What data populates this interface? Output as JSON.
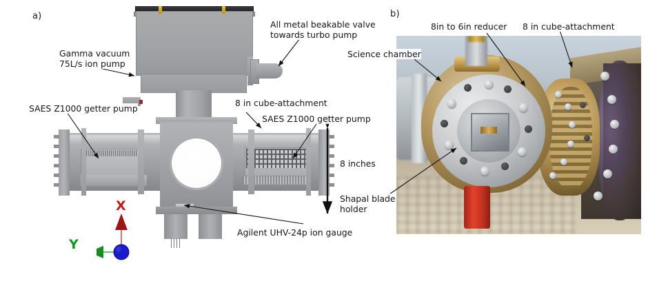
{
  "figure": {
    "panels": [
      {
        "letter": "a)",
        "kind": "cad-rendering"
      },
      {
        "letter": "b)",
        "kind": "photograph"
      }
    ]
  },
  "panel_a": {
    "letter": "a)",
    "labels": {
      "ion_pump": "Gamma vacuum\n75L/s ion pump",
      "valve": "All metal beakable valve\ntowards turbo pump",
      "getter_left": "SAES Z1000 getter pump",
      "getter_right": "SAES Z1000 getter pump",
      "cube_attachment": "8 in cube-attachment",
      "dimension": "8 inches",
      "shapal": "Shapal blade\nholder",
      "ion_gauge": "Agilent UHV-24p ion gauge"
    },
    "axes": {
      "x_label": "X",
      "y_label": "Y",
      "x_color": "#c01a1a",
      "y_color": "#0f9a1e",
      "origin_color": "#1b1bc8"
    }
  },
  "panel_b": {
    "letter": "b)",
    "labels": {
      "science_chamber": "Science chamber",
      "reducer": "8in to 6in reducer",
      "cube_attachment": "8 in cube-attachment"
    }
  },
  "colors": {
    "background": "#ffffff",
    "text": "#151515",
    "metal_light": "#b9babd",
    "metal_mid": "#a0a1a4",
    "metal_dark": "#85868a",
    "pump_top_dark": "#262628",
    "bolt_yellow": "#d9b437",
    "photo_red": "#d23a28",
    "photo_brass": "#b79146"
  }
}
